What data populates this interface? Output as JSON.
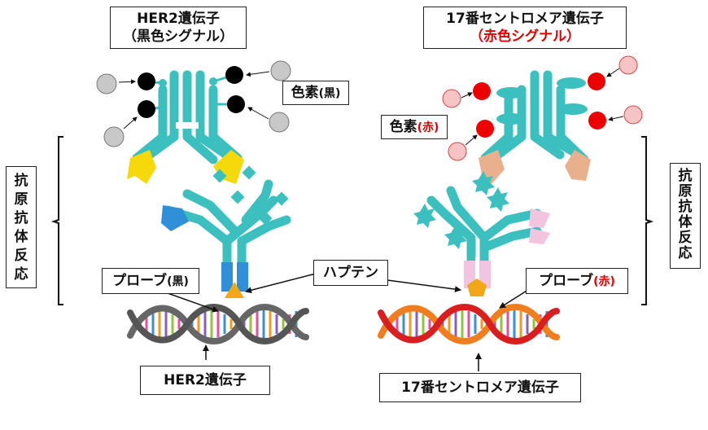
{
  "left": {
    "title_line1": "HER2遺伝子",
    "title_line2": "（黒色シグナル）",
    "dye_label": "色素",
    "dye_color": "(黒)",
    "probe_label": "プローブ",
    "probe_color": "(黒)",
    "gene_label": "HER2遺伝子"
  },
  "right": {
    "title_line1": "17番セントロメア遺伝子",
    "title_line2": "（赤色シグナル）",
    "dye_label": "色素",
    "dye_color": "(赤)",
    "probe_label": "プローブ",
    "probe_color": "(赤)",
    "gene_label": "17番セントロメア遺伝子"
  },
  "center": {
    "hapten_label": "ハプテン"
  },
  "side": {
    "left_chars": [
      "抗",
      "原",
      "抗",
      "体",
      "反",
      "応"
    ],
    "right_chars": [
      "抗",
      "原",
      "抗",
      "体",
      "反",
      "応"
    ]
  },
  "colors": {
    "antibody_teal": "#3cbfbf",
    "yellow_fab": "#f5d90a",
    "blue_fab": "#2f8fd8",
    "peach_fab": "#e8b08c",
    "pink_fab": "#f3c4e0",
    "hapten": "#f0a818",
    "black_dye": "#000000",
    "red_dye": "#ee0000",
    "grey_molecule": "#c8c8c8",
    "pink_molecule": "#f6c4c4",
    "red_text": "#e00000"
  }
}
